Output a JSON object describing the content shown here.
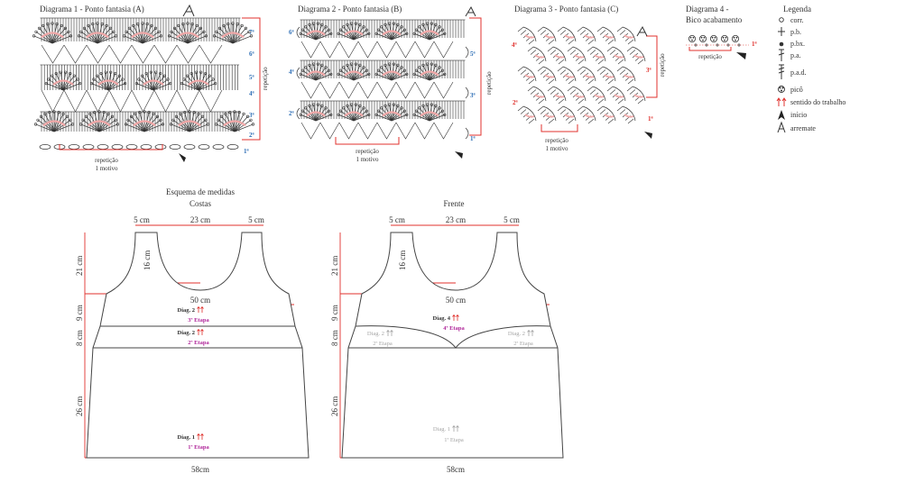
{
  "colors": {
    "ink": "#333333",
    "red": "#e0322e",
    "blue": "#2f6fb6",
    "magenta": "#b0279a",
    "grey": "#a6a6a6",
    "band": "#f0a8a8"
  },
  "diagram1": {
    "title": "Diagrama 1 - Ponto fantasia (A)",
    "repeat": "repetição",
    "motif": "1 motivo",
    "side_label": "repetição",
    "rows": [
      "7ª",
      "6ª",
      "5ª",
      "4ª",
      "3ª",
      "2ª",
      "1ª"
    ]
  },
  "diagram2": {
    "title": "Diagrama 2 - Ponto fantasia (B)",
    "repeat": "repetição",
    "motif": "1 motivo",
    "side_label": "repetição",
    "left_rows": [
      "6ª",
      "4ª",
      "2ª"
    ],
    "right_rows": [
      "5ª",
      "3ª",
      "1ª"
    ]
  },
  "diagram3": {
    "title": "Diagrama 3 - Ponto fantasia (C)",
    "repeat": "repetição",
    "motif": "1 motivo",
    "side_label": "repetição",
    "rows": [
      "4ª",
      "3ª",
      "2ª",
      "1ª"
    ]
  },
  "diagram4": {
    "title_line1": "Diagrama 4 -",
    "title_line2": "Bico acabamento",
    "repeat": "repetição",
    "row": "1ª"
  },
  "legend": {
    "title": "Legenda",
    "items": [
      {
        "icon": "chain-icon",
        "label": "corr."
      },
      {
        "icon": "single-crochet-icon",
        "label": "p.b."
      },
      {
        "icon": "slip-stitch-icon",
        "label": "p.bx."
      },
      {
        "icon": "double-crochet-icon",
        "label": "p.a."
      },
      {
        "icon": "treble-crochet-icon",
        "label": "p.a.d."
      },
      {
        "icon": "picot-icon",
        "label": "picô"
      },
      {
        "icon": "direction-arrows-icon",
        "label": "sentido do trabalho"
      },
      {
        "icon": "start-arrow-icon",
        "label": "início"
      },
      {
        "icon": "finish-arrow-icon",
        "label": "arremate"
      }
    ]
  },
  "schematic": {
    "heading": "Esquema de medidas",
    "back": {
      "title": "Costas",
      "strap_left": "5 cm",
      "neck": "23 cm",
      "strap_right": "5 cm",
      "neck_depth": "16 cm",
      "armhole": "21 cm",
      "chest": "50 cm",
      "band3": "9 cm",
      "band2": "8 cm",
      "body": "26 cm",
      "bottom": "58cm",
      "stage3_diag": "Diag. 2",
      "stage3_label": "3ª Etapa",
      "stage2_diag": "Diag. 2",
      "stage2_label": "2ª Etapa",
      "stage1_diag": "Diag. 1",
      "stage1_label": "1ª Etapa"
    },
    "front": {
      "title": "Frente",
      "strap_left": "5 cm",
      "neck": "23 cm",
      "strap_right": "5 cm",
      "neck_depth": "16 cm",
      "armhole": "21 cm",
      "chest": "50 cm",
      "band3": "9 cm",
      "band2": "8 cm",
      "body": "26 cm",
      "bottom": "58cm",
      "stage4_diag": "Diag. 4",
      "stage4_label": "4ª Etapa",
      "stage2_left_diag": "Diag. 2",
      "stage2_left_label": "2ª Etapa",
      "stage2_right_diag": "Diag. 2",
      "stage2_right_label": "2ª Etapa",
      "stage1_diag": "Diag. 1",
      "stage1_label": "1ª Etapa"
    }
  }
}
